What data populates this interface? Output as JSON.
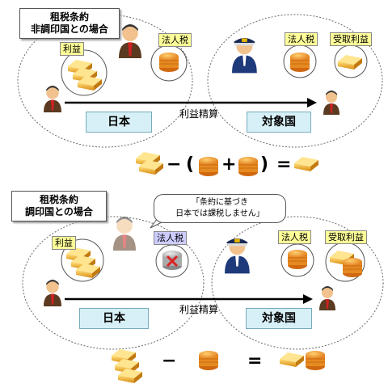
{
  "top": {
    "title_line1": "租税条約",
    "title_line2": "非調印国との場合",
    "profit_label": "利益",
    "corp_tax_label_jp": "法人税",
    "corp_tax_label_target": "法人税",
    "received_profit_label": "受取利益",
    "country_japan": "日本",
    "country_target": "対象国",
    "arrow_label": "利益精算",
    "equation": {
      "minus": "−",
      "open": "(",
      "plus": "+",
      "close": ")",
      "equals": "="
    }
  },
  "bottom": {
    "title_line1": "租税条約",
    "title_line2": "調印国との場合",
    "speech_line1": "「条約に基づき",
    "speech_line2": "日本では課税しません」",
    "profit_label": "利益",
    "corp_tax_label_jp": "法人税",
    "corp_tax_label_target": "法人税",
    "received_profit_label": "受取利益",
    "country_japan": "日本",
    "country_target": "対象国",
    "arrow_label": "利益精算",
    "equation": {
      "minus": "−",
      "equals": "="
    }
  },
  "colors": {
    "label_yellow": "#ffff99",
    "label_purple": "#ccccff",
    "country_blue": "#d7f0f7",
    "gold": "#e8a420",
    "coin": "#f0a030"
  },
  "icons": [
    "gold-bar-icon",
    "coin-stack-icon",
    "businessman-icon",
    "officer-icon",
    "no-tax-icon"
  ]
}
